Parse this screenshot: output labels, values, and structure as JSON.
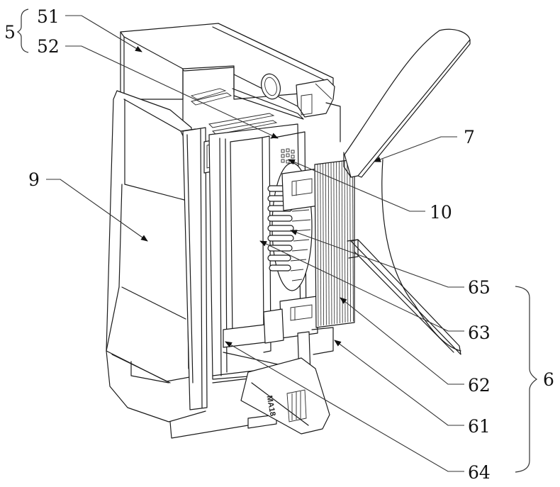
{
  "figure": {
    "description": "Exploded perspective line drawing of a rocker switch assembly with reference numerals",
    "colors": {
      "line": "#1a1a1a",
      "background": "#ffffff"
    }
  },
  "labels": {
    "group_5": "5",
    "l51": "51",
    "l52": "52",
    "l7": "7",
    "l9": "9",
    "l10": "10",
    "l65": "65",
    "l63": "63",
    "l62": "62",
    "l61": "61",
    "l64": "64",
    "group_6": "6"
  },
  "groups": [
    {
      "label": "5",
      "members": [
        "51",
        "52"
      ]
    },
    {
      "label": "6",
      "members": [
        "65",
        "63",
        "62",
        "61",
        "64"
      ]
    }
  ],
  "side_marking": "MA18"
}
